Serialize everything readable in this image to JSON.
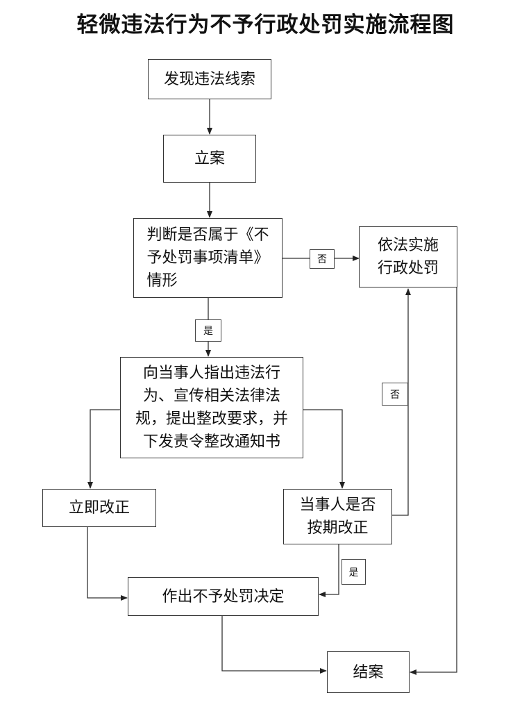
{
  "title": "轻微违法行为不予行政处罚实施流程图",
  "nodes": {
    "discover": "发现违法线索",
    "register": "立案",
    "judge": "判断是否属于《不\n予处罚事项清单》\n情形",
    "penalty": "依法实施\n行政处罚",
    "inform": "向当事人指出违法行\n为、宣传相关法律法\n规，提出整改要求，并\n下发责令整改通知书",
    "immediate": "立即改正",
    "ontime": "当事人是否\n按期改正",
    "nopenalty": "作出不予处罚决定",
    "close": "结案"
  },
  "labels": {
    "no_1": "否",
    "yes_1": "是",
    "no_2": "否",
    "yes_2": "是"
  }
}
